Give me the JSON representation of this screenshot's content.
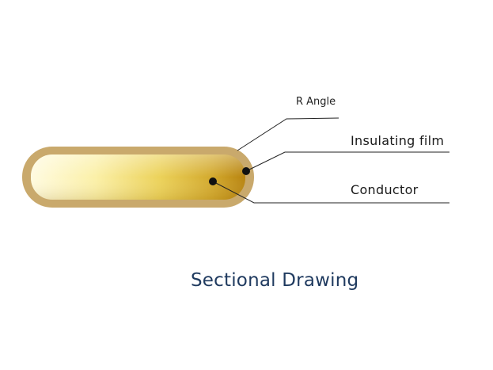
{
  "labels": {
    "r_angle": "R Angle",
    "insulating_film": "Insulating film",
    "conductor": "Conductor"
  },
  "title": "Sectional Drawing",
  "colors": {
    "insulating_film": "#c9a96c",
    "conductor_light": "#fffbe0",
    "conductor_mid": "#ecd25a",
    "conductor_dark": "#b88410",
    "leader_line": "#222222",
    "marker_dot": "#111111",
    "title": "#1f3a5f"
  }
}
